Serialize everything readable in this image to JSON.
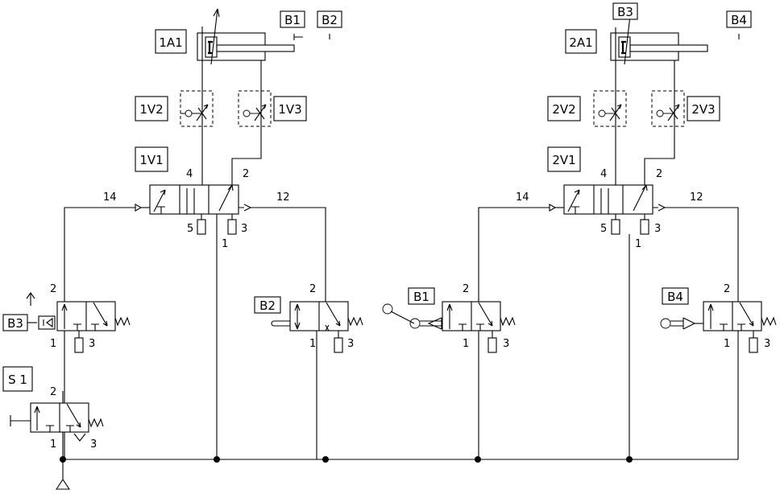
{
  "cylinder_1": {
    "label": "1A1"
  },
  "cylinder_2": {
    "label": "2A1"
  },
  "flow_valves": {
    "v12": "1V2",
    "v13": "1V3",
    "v22": "2V2",
    "v23": "2V3"
  },
  "main_valves": {
    "v11": "1V1",
    "v21": "2V1"
  },
  "limit_markers": {
    "b1": "B1",
    "b2": "B2",
    "b3": "B3",
    "b4": "B4"
  },
  "signal_valves": {
    "b3": "B3",
    "b2": "B2",
    "b1": "B1",
    "b4": "B4"
  },
  "start_valve": {
    "label": "S 1"
  },
  "ports": {
    "p1": "1",
    "p2": "2",
    "p3": "3",
    "p4": "4",
    "p5": "5",
    "p12": "12",
    "p14": "14"
  }
}
